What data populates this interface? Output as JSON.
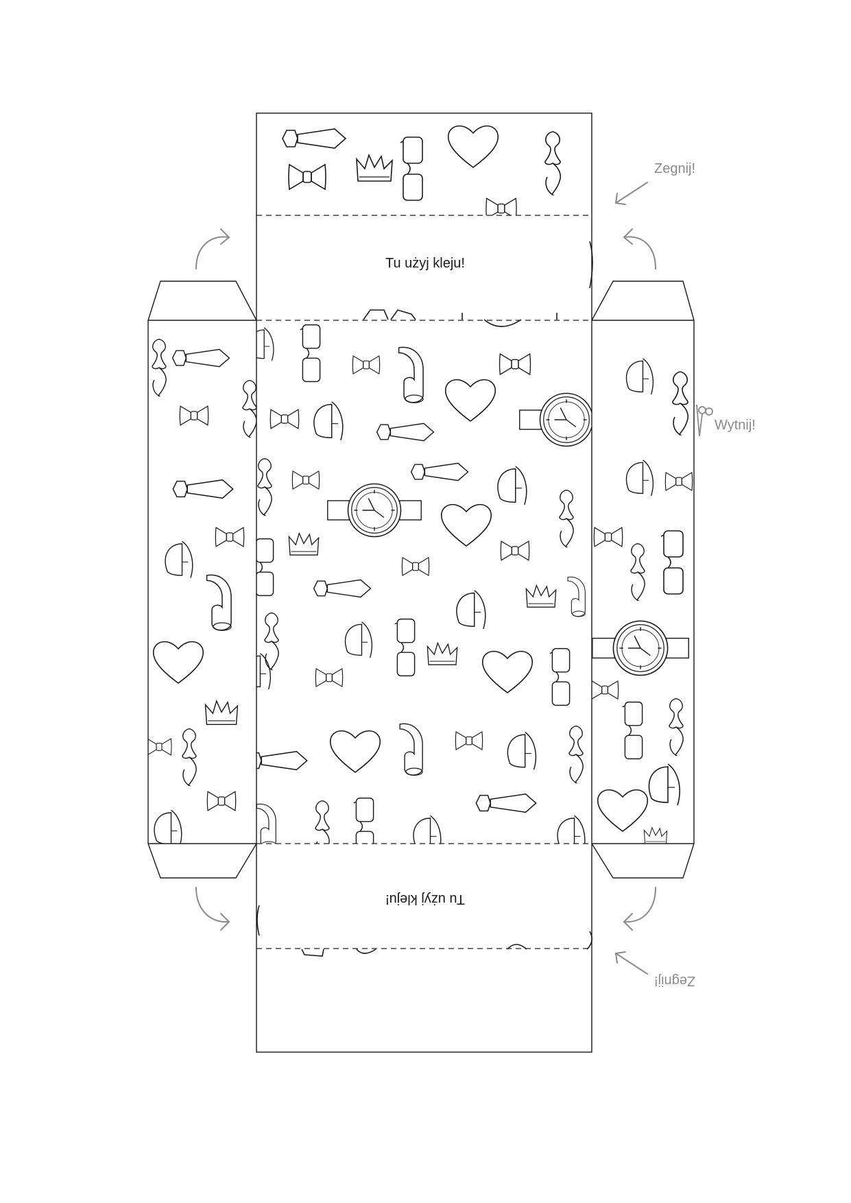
{
  "glue_top": "Tu użyj kleju!",
  "glue_bottom": "Tu użyj kleju!",
  "fold_top": "Zegnij!",
  "fold_bottom": "Zegnij!",
  "cut_label": "Wytnij!",
  "icons": {
    "fold": "curved-arrow-icon",
    "cut": "scissors-icon",
    "pointer": "arrow-icon"
  },
  "colors": {
    "line": "#1a1a1a",
    "hint": "#8a8a8a",
    "paper": "#ffffff"
  }
}
